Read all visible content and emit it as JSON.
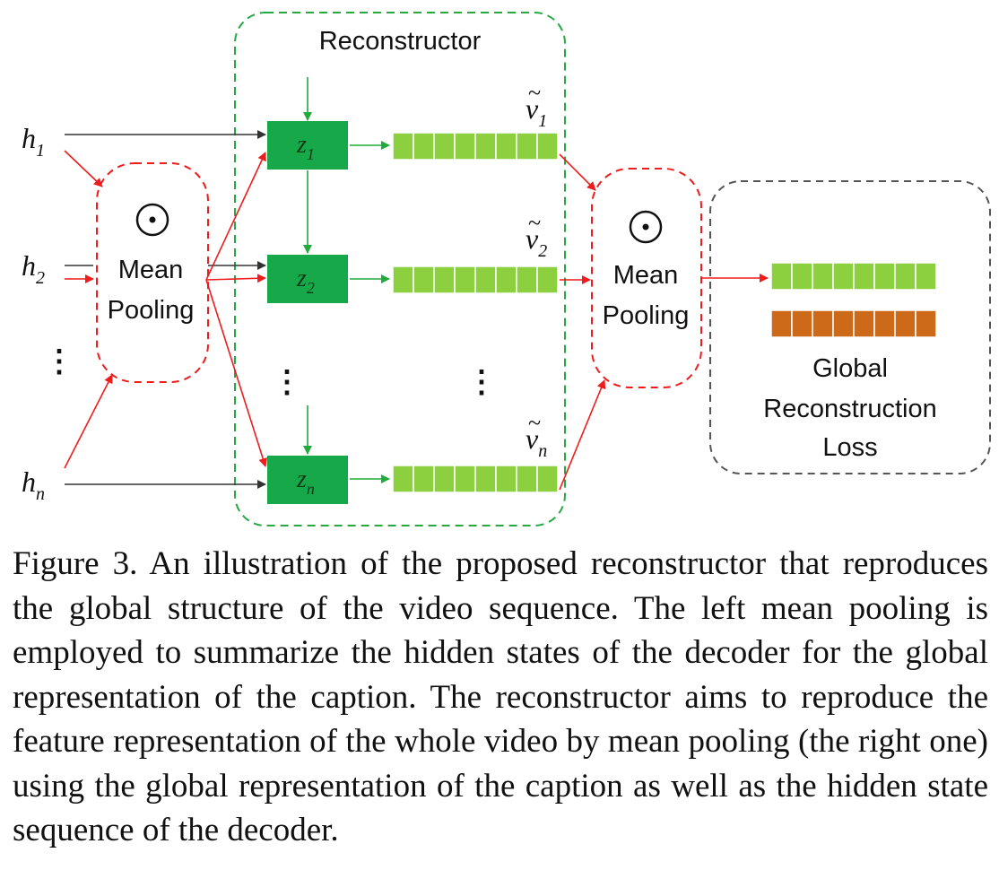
{
  "diagram": {
    "reconstructor_label": "Reconstructor",
    "inputs": [
      {
        "base": "h",
        "sub": "1"
      },
      {
        "base": "h",
        "sub": "2"
      },
      {
        "base": "h",
        "sub": "n"
      }
    ],
    "states": [
      {
        "base": "z",
        "sub": "1"
      },
      {
        "base": "z",
        "sub": "2"
      },
      {
        "base": "z",
        "sub": "n"
      }
    ],
    "features": [
      {
        "base": "v",
        "accent": "~",
        "sub": "1"
      },
      {
        "base": "v",
        "accent": "~",
        "sub": "2"
      },
      {
        "base": "v",
        "accent": "~",
        "sub": "n"
      }
    ],
    "left_pool": {
      "symbol": "⊙",
      "line1": "Mean",
      "line2": "Pooling"
    },
    "right_pool": {
      "symbol": "⊙",
      "line1": "Mean",
      "line2": "Pooling"
    },
    "loss": {
      "line1": "Global",
      "line2": "Reconstruction",
      "line3": "Loss"
    },
    "ellipsis": "⋮",
    "colors": {
      "green_box": "#17a84a",
      "feature_bar": "#8ccf3f",
      "target_bar": "#cc6a1a",
      "red_arrow": "#ee1c1c",
      "green_arrow": "#22aa3c",
      "black_arrow": "#333333",
      "reconstructor_border": "#28a745",
      "pool_border": "#ee1c1c",
      "loss_border": "#555555"
    }
  },
  "caption": "Figure 3. An illustration of the proposed reconstructor that reproduces the global structure of the video sequence. The left mean pooling is employed to summarize the hidden states of the decoder for the global representation of the caption. The reconstructor aims to reproduce the feature representation of the whole video by mean pooling (the right one) using the global representation of the caption as well as the hidden state sequence of the decoder."
}
